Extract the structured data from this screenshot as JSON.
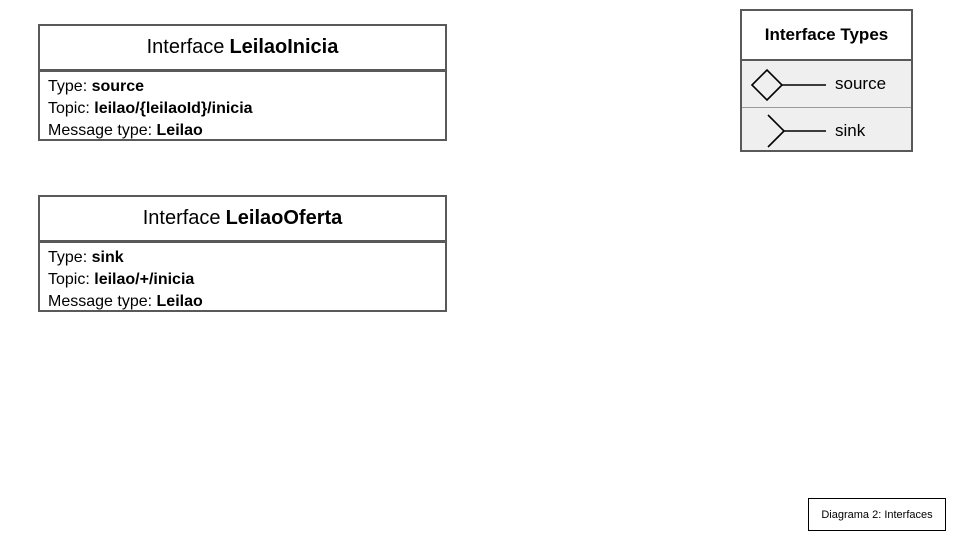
{
  "interfaces": [
    {
      "prefix": "Interface",
      "name": "LeilaoInicia",
      "type_label": "Type:",
      "type_value": "source",
      "topic_label": "Topic:",
      "topic_value": "leilao/{leilaoId}/inicia",
      "message_label": "Message type:",
      "message_value": "Leilao"
    },
    {
      "prefix": "Interface",
      "name": "LeilaoOferta",
      "type_label": "Type:",
      "type_value": "sink",
      "topic_label": "Topic:",
      "topic_value": "leilao/+/inicia",
      "message_label": "Message type:",
      "message_value": "Leilao"
    }
  ],
  "legend": {
    "title": "Interface Types",
    "items": [
      {
        "icon": "diamond-source-icon",
        "label": "source"
      },
      {
        "icon": "fork-sink-icon",
        "label": "sink"
      }
    ]
  },
  "caption": "Diagrama 2: Interfaces",
  "colors": {
    "border": "#595959",
    "legend_bg": "#efefef"
  }
}
